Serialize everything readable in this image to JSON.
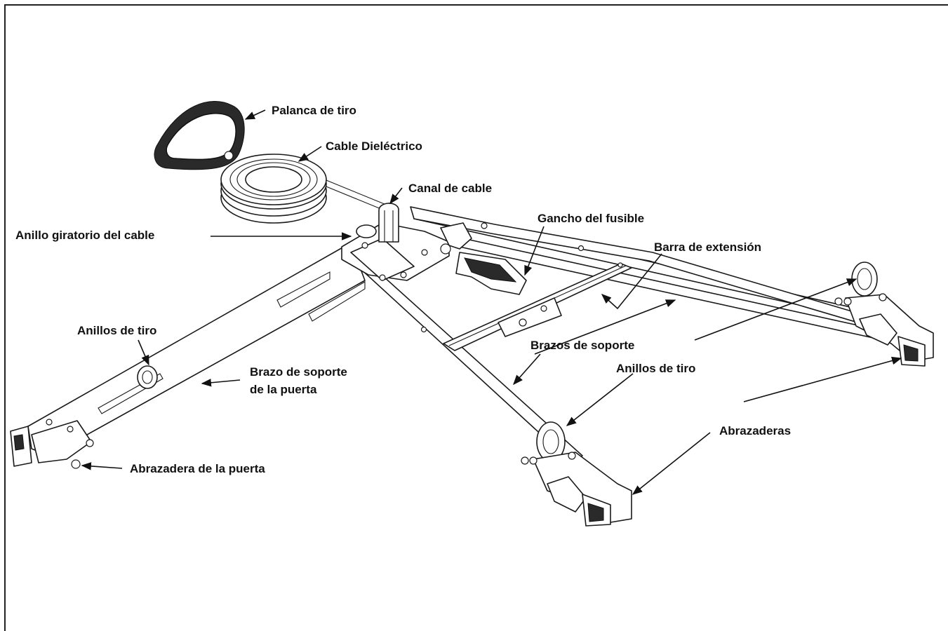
{
  "labels": {
    "palanca": "Palanca de tiro",
    "cable_dielectrico": "Cable Dieléctrico",
    "canal_cable": "Canal de cable",
    "anillo_giratorio": "Anillo giratorio del cable",
    "gancho_fusible": "Gancho del fusible",
    "barra_extension": "Barra de extensión",
    "anillos_tiro_left": "Anillos de tiro",
    "brazo_soporte_puerta_1": "Brazo de soporte",
    "brazo_soporte_puerta_2": "de la puerta",
    "brazos_soporte": "Brazos de soporte",
    "anillos_tiro_right": "Anillos de tiro",
    "abrazaderas": "Abrazaderas",
    "abrazadera_puerta": "Abrazadera de la puerta"
  }
}
